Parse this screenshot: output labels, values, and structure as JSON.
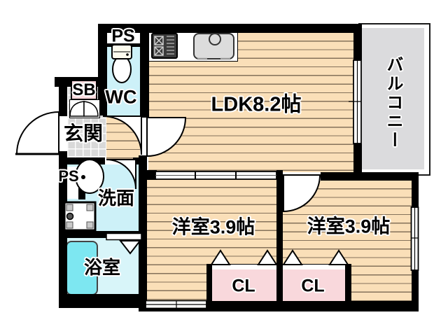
{
  "rooms": {
    "ldk": "LDK8.2帖",
    "balcony": "バルコニー",
    "bedroom1": "洋室3.9帖",
    "bedroom2": "洋室3.9帖",
    "entrance": "玄関",
    "washroom": "洗面",
    "bathroom": "浴室",
    "toilet": "WC",
    "closet1": "CL",
    "closet2": "CL",
    "pipe_space_top": "PS",
    "pipe_space_side": "PS",
    "shoe_box": "SB"
  },
  "colors": {
    "wood_floor": "#fadfb8",
    "wood_line": "#84715a",
    "tile_floor": "#d9d9d9",
    "wet_floor": "#cdf1f8",
    "bath_floor": "#d8f5f9",
    "bathtub": "#7de7f1",
    "closet_pink": "#f9d8dc",
    "balcony_gray": "#dbdbdd",
    "wall": "#000000"
  }
}
